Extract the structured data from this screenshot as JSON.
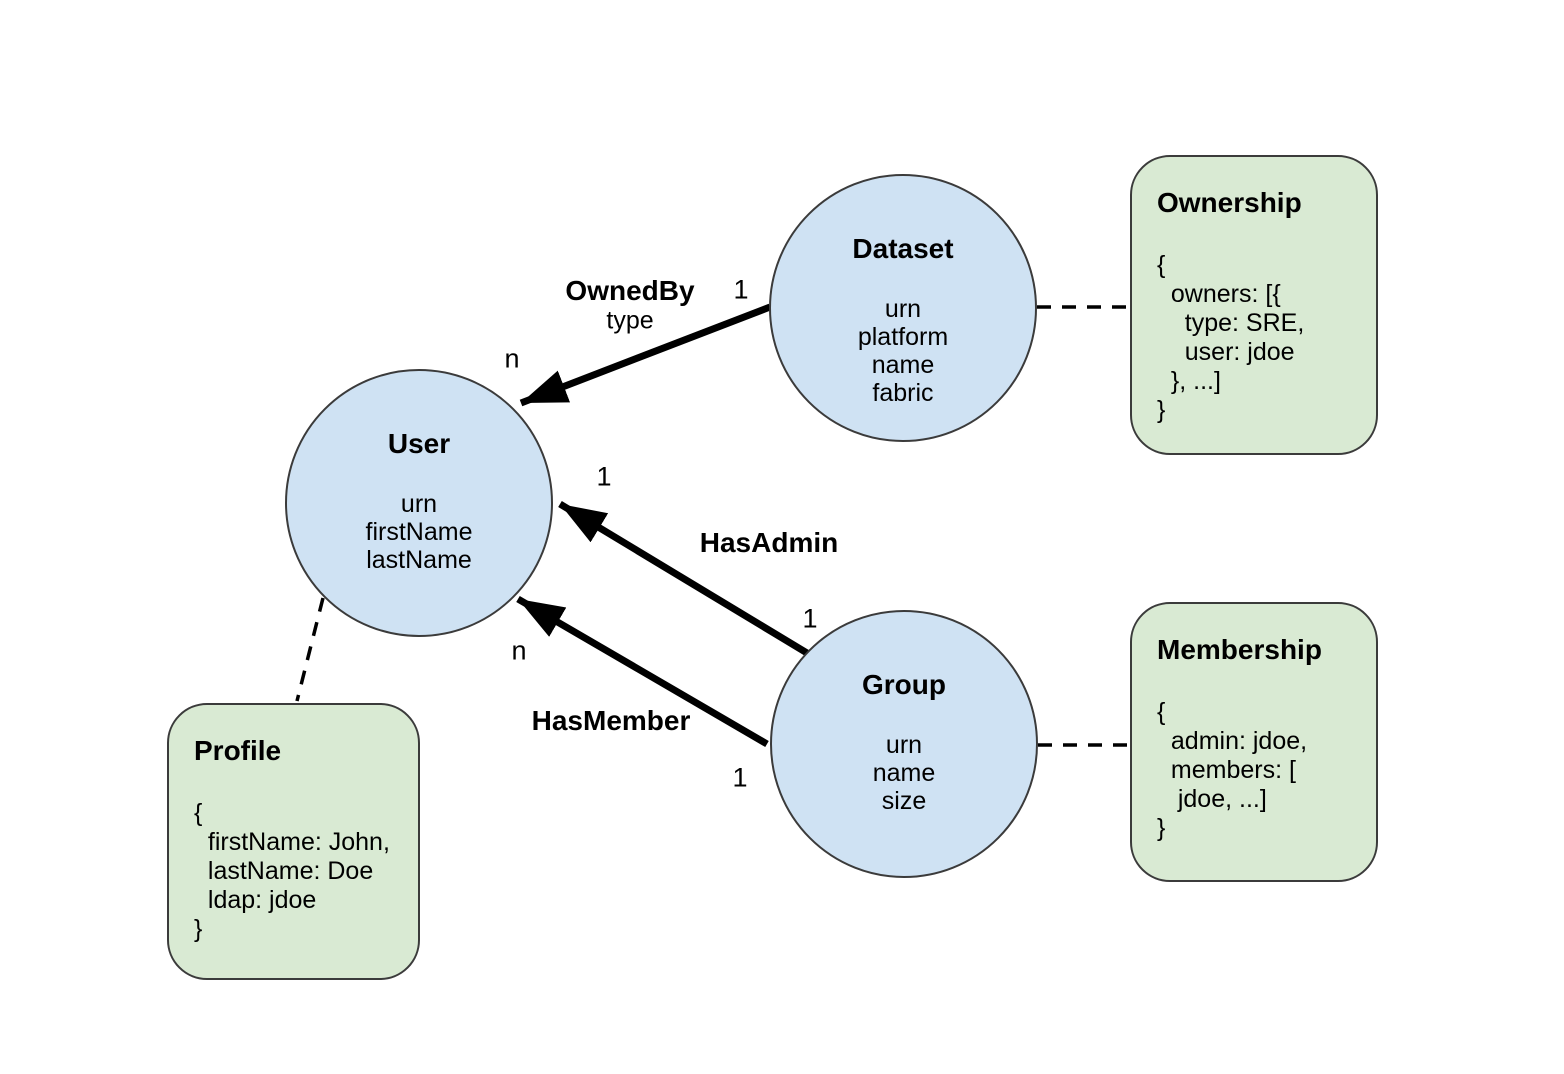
{
  "diagram": {
    "colors": {
      "canvas_bg": "#ffffff",
      "node_fill": "#cfe2f3",
      "aspect_fill": "#d9ead3",
      "shape_border": "#3b3b3b",
      "edge": "#000000",
      "text": "#000000"
    },
    "nodes": [
      {
        "title": "Dataset",
        "attributes": [
          "urn",
          "platform",
          "name",
          "fabric"
        ]
      },
      {
        "title": "User",
        "attributes": [
          "urn",
          "firstName",
          "lastName"
        ]
      },
      {
        "title": "Group",
        "attributes": [
          "urn",
          "name",
          "size"
        ]
      }
    ],
    "aspects": [
      {
        "title": "Ownership",
        "lines": [
          "{",
          "  owners: [{",
          "    type: SRE,",
          "    user: jdoe",
          "  }, ...]",
          "}"
        ]
      },
      {
        "title": "Membership",
        "lines": [
          "{",
          "  admin: jdoe,",
          "  members: [",
          "   jdoe, ...]",
          "}"
        ]
      },
      {
        "title": "Profile",
        "lines": [
          "{",
          "  firstName: John,",
          "  lastName: Doe",
          "  ldap: jdoe",
          "}"
        ]
      }
    ],
    "edges": [
      {
        "label": "OwnedBy",
        "sublabel": "type",
        "from": "Dataset",
        "to": "User",
        "from_cardinality": "1",
        "to_cardinality": "n"
      },
      {
        "label": "HasAdmin",
        "from": "Group",
        "to": "User",
        "from_cardinality": "1",
        "to_cardinality": "1"
      },
      {
        "label": "HasMember",
        "from": "Group",
        "to": "User",
        "from_cardinality": "1",
        "to_cardinality": "n"
      }
    ],
    "dashed_connectors": [
      {
        "from": "Dataset",
        "to": "Ownership"
      },
      {
        "from": "Group",
        "to": "Membership"
      },
      {
        "from": "User",
        "to": "Profile"
      }
    ]
  }
}
